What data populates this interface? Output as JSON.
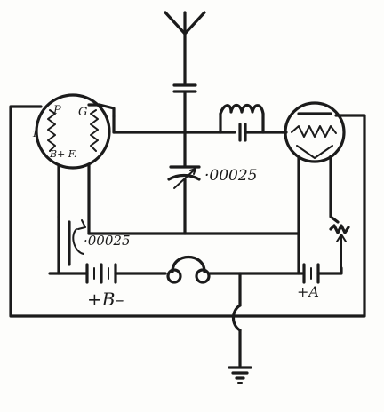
{
  "labels": {
    "cap_top_value": "·00025",
    "cap_bottom_value": "·00025",
    "coil_p": "P",
    "coil_g": "G",
    "coil_bf": "B+ F.",
    "battery_b": "+B–",
    "battery_a": "+A",
    "tube_left_mark": "1"
  },
  "colors": {
    "ink": "#1b1b1b",
    "paper": "#fdfdfb"
  }
}
